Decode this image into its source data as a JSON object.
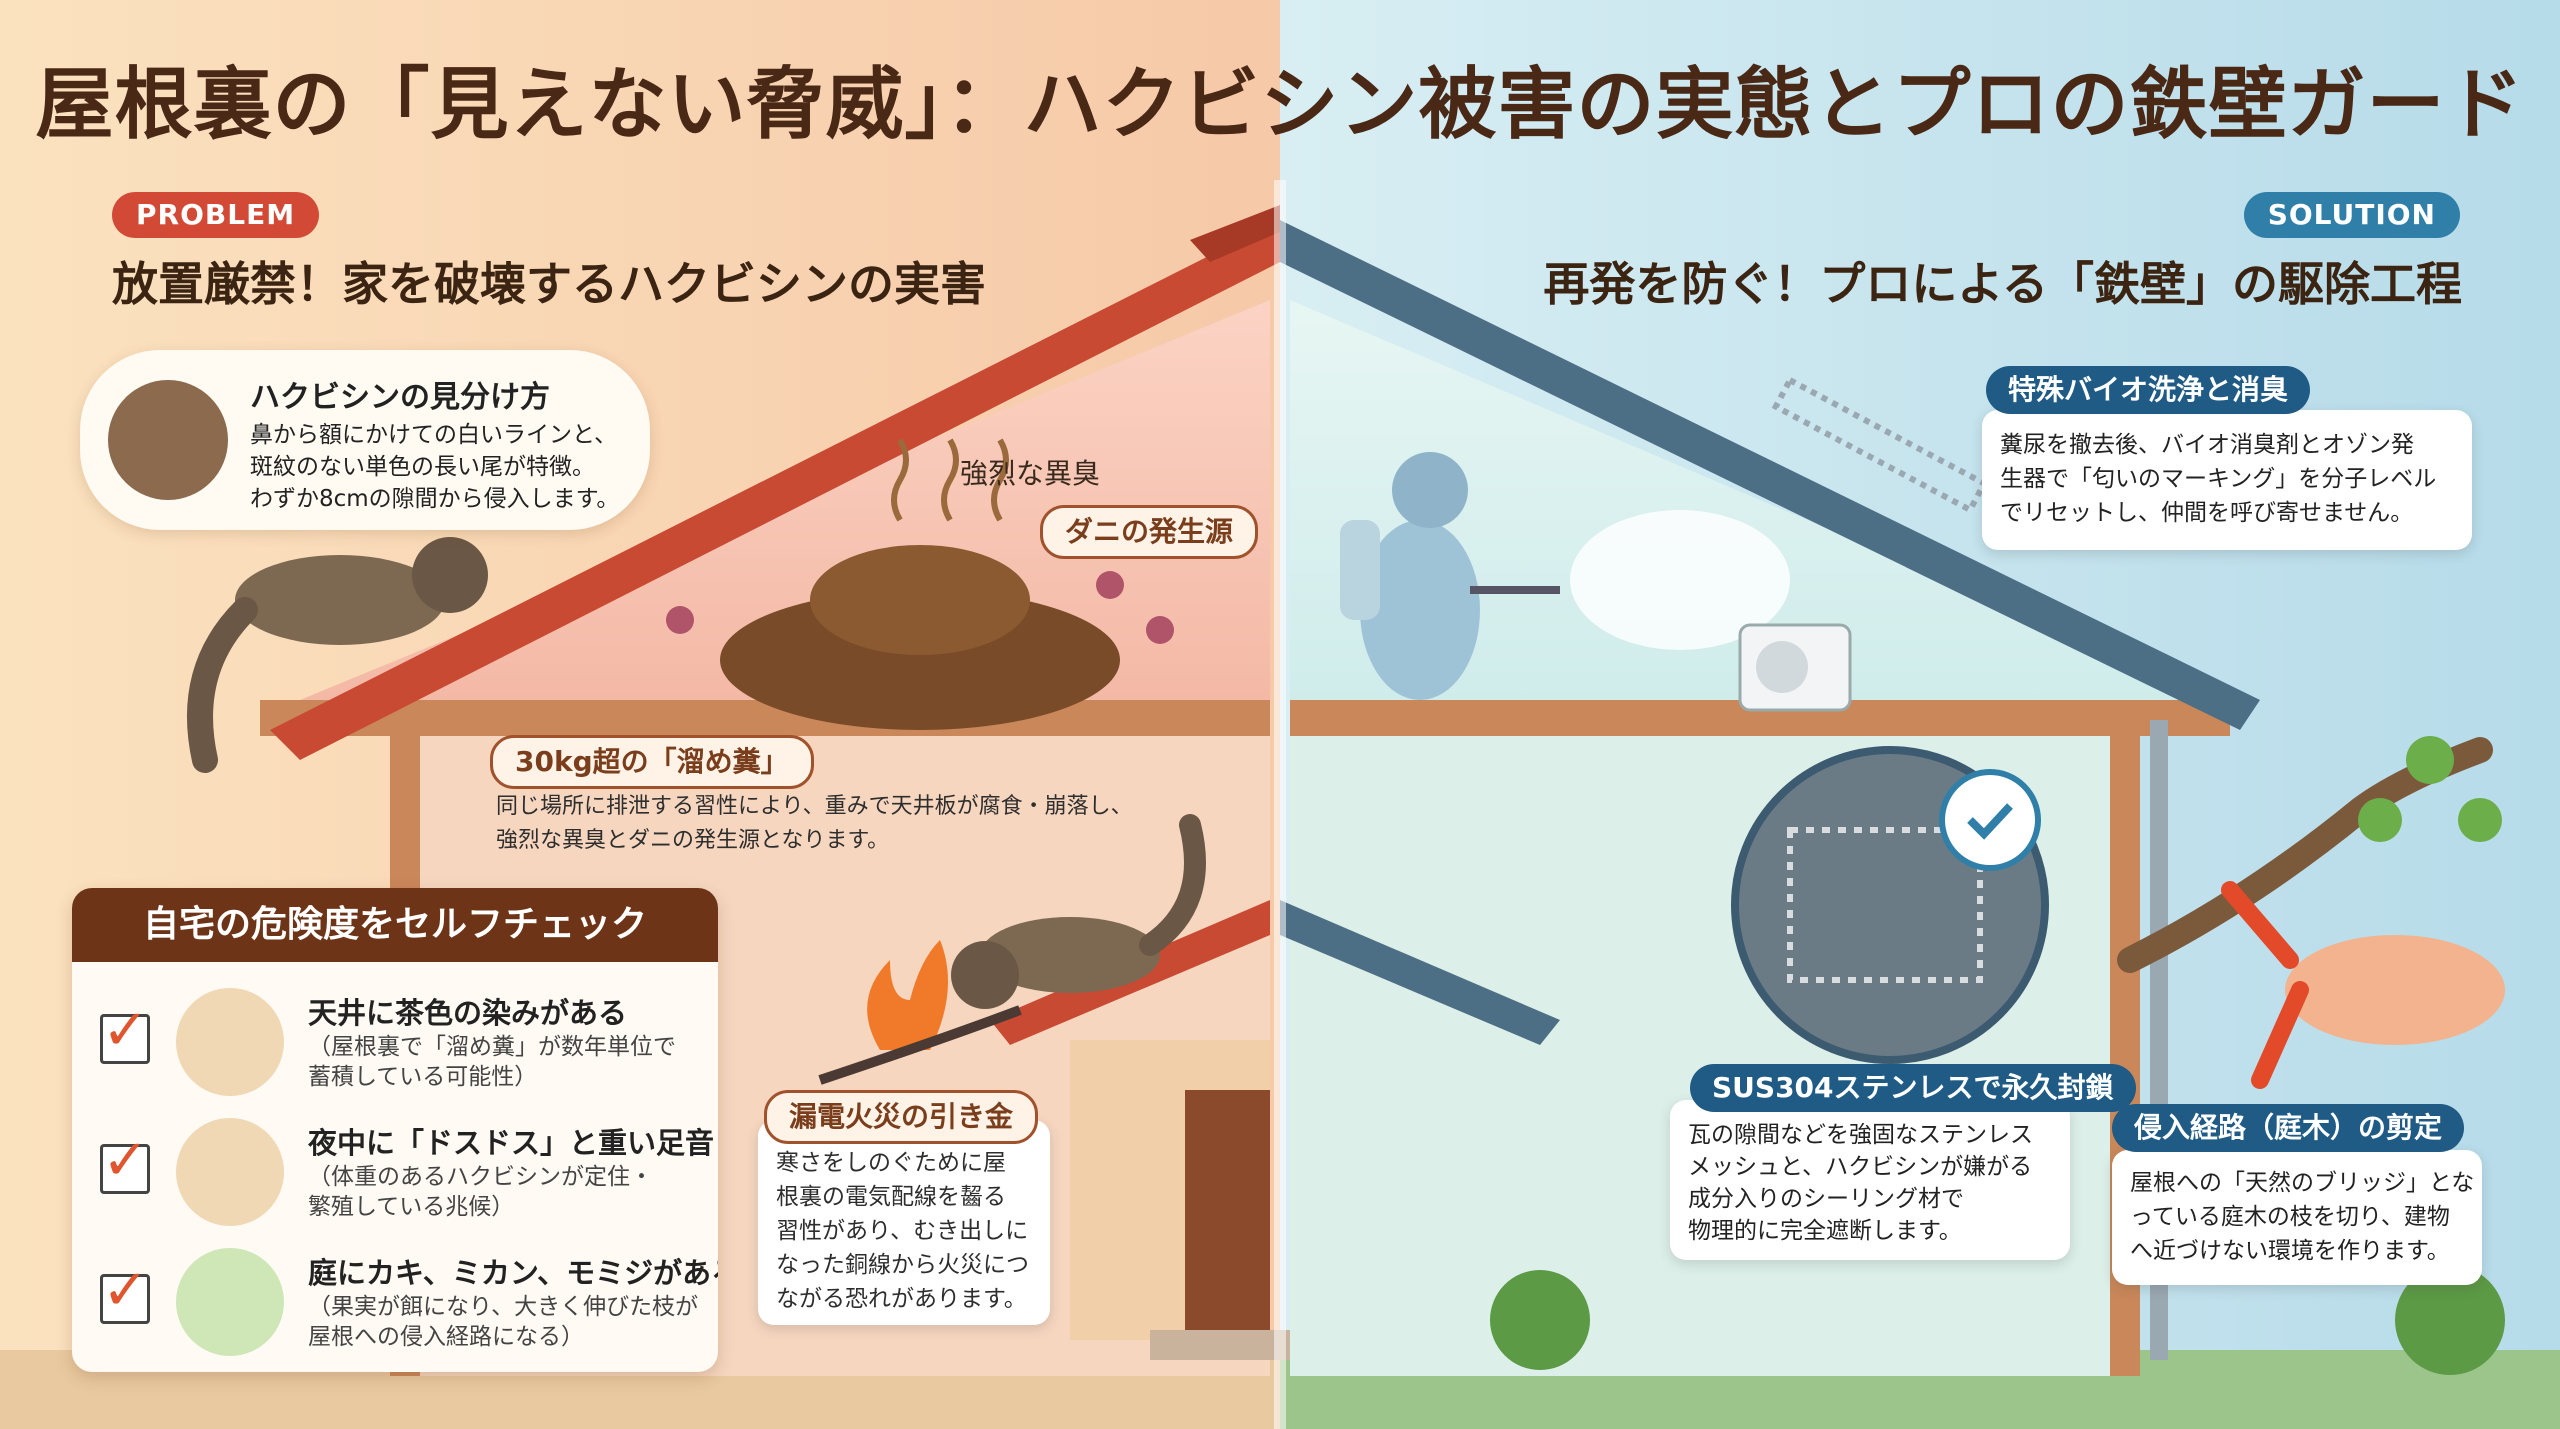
{
  "title": "屋根裏の「見えない脅威」：ハクビシン被害の実態とプロの鉄壁ガード",
  "colors": {
    "left_bg": "#f8d9b4",
    "right_bg": "#cde9f1",
    "accent_red": "#d24a36",
    "accent_blue": "#2f7fa8",
    "roof_red": "#c94a32",
    "roof_slate": "#4d6f85"
  },
  "left": {
    "badge": "PROBLEM",
    "heading": "放置厳禁！家を破壊するハクビシンの実害",
    "identify": {
      "title": "ハクビシンの見分け方",
      "lines": [
        "鼻から額にかけての白いラインと、",
        "斑紋のない単色の長い尾が特徴。",
        "わずか8cmの隙間から侵入します。"
      ]
    },
    "odor_label": "強烈な異臭",
    "tick_tag": "ダニの発生源",
    "dung": {
      "tag": "30kg超の「溜め糞」",
      "lines": [
        "同じ場所に排泄する習性により、重みで天井板が腐食・崩落し、",
        "強烈な異臭とダニの発生源となります。"
      ]
    },
    "fire": {
      "tag": "漏電火災の引き金",
      "lines": [
        "寒さをしのぐために屋",
        "根裏の電気配線を齧る",
        "習性があり、むき出しに",
        "なった銅線から火災につ",
        "ながる恐れがあります。"
      ]
    },
    "checklist": {
      "heading": "自宅の危険度をセルフチェック",
      "items": [
        {
          "title": "天井に茶色の染みがある",
          "sub": [
            "（屋根裏で「溜め糞」が数年単位で",
            "蓄積している可能性）"
          ],
          "icon": "ceiling-stain-icon"
        },
        {
          "title": "夜中に「ドスドス」と重い足音",
          "sub": [
            "（体重のあるハクビシンが定住・",
            "繁殖している兆候）"
          ],
          "icon": "footstep-icon"
        },
        {
          "title": "庭にカキ、ミカン、モミジがある",
          "sub": [
            "（果実が餌になり、大きく伸びた枝が",
            "屋根への侵入経路になる）"
          ],
          "icon": "fruit-tree-icon"
        }
      ]
    }
  },
  "right": {
    "badge": "SOLUTION",
    "heading": "再発を防ぐ！プロによる「鉄壁」の駆除工程",
    "bio": {
      "tag": "特殊バイオ洗浄と消臭",
      "lines": [
        "糞尿を撤去後、バイオ消臭剤とオゾン発",
        "生器で「匂いのマーキング」を分子レベル",
        "でリセットし、仲間を呼び寄せません。"
      ]
    },
    "mesh": {
      "tag": "SUS304ステンレスで永久封鎖",
      "lines": [
        "瓦の隙間などを強固なステンレス",
        "メッシュと、ハクビシンが嫌がる",
        "成分入りのシーリング材で",
        "物理的に完全遮断します。"
      ]
    },
    "prune": {
      "tag": "侵入経路（庭木）の剪定",
      "lines": [
        "屋根への「天然のブリッジ」とな",
        "っている庭木の枝を切り、建物",
        "へ近づけない環境を作ります。"
      ]
    }
  }
}
